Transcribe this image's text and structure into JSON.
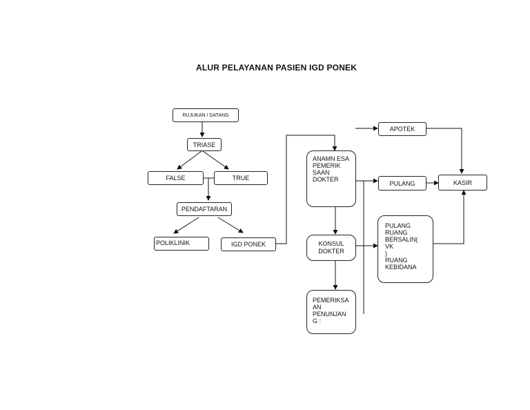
{
  "title": "ALUR PELAYANAN PASIEN IGD PONEK",
  "nodes": {
    "rujukan": "RUJUKAN / DATANG",
    "triase": "TRIASE",
    "false": "FALSE",
    "true": "TRUE",
    "pendaftaran": "PENDAFTARAN",
    "poliklinik": "POLIKLINIK",
    "igd_ponek": "IGD PONEK",
    "anamnesa": [
      "ANAMN ESA",
      "PEMERIK",
      "SAAN",
      "DOKTER"
    ],
    "konsul": [
      "KONSUL",
      "DOKTER"
    ],
    "pemeriksaan": [
      "PEMERIKSA",
      "AN",
      "PENUNJAN G :"
    ],
    "apotek": "APOTEK",
    "pulang": "PULANG",
    "kasir": "KASIR",
    "ruang": [
      "PULANG",
      "RUANG",
      "BERSALIN( VK",
      ")",
      "RUANG",
      "KEBIDANA"
    ]
  }
}
